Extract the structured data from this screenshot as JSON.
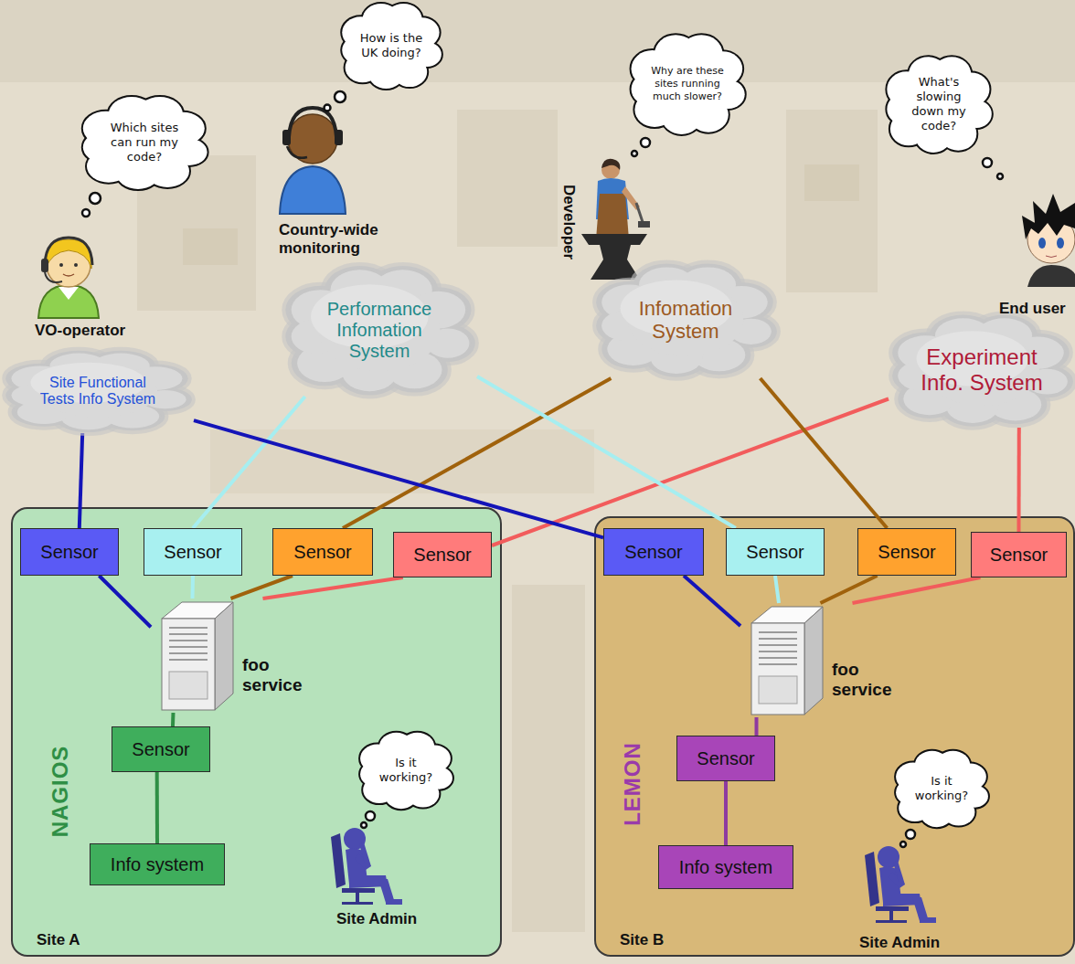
{
  "diagram": {
    "nodes": [
      {
        "text": [
          "Which sites can run my code?"
        ]
      },
      {
        "text": [
          "How is the UK doing?"
        ]
      },
      {
        "text": [
          "Why are these sites running much slower?"
        ]
      },
      {
        "text": [
          "What's slowing down my code?"
        ]
      },
      {
        "text": [
          "Site Functional Tests Info System"
        ]
      },
      {
        "text": [
          "Performance Infomation System"
        ]
      },
      {
        "text": [
          "Infomation System"
        ]
      },
      {
        "text": [
          "Experiment Info. System"
        ]
      },
      {
        "text": [
          "Site A"
        ]
      },
      {
        "text": [
          "Sensor"
        ],
        "in": 8
      },
      {
        "text": [
          "Sensor"
        ],
        "in": 8
      },
      {
        "text": [
          "Sensor"
        ],
        "in": 8
      },
      {
        "text": [
          "Sensor"
        ],
        "in": 8
      },
      {
        "text": [
          "foo service"
        ],
        "in": 8
      },
      {
        "text": [
          "Sensor"
        ],
        "in": 8
      },
      {
        "text": [
          "Info system"
        ],
        "in": 8
      },
      {
        "text": [
          "Is it working?"
        ],
        "in": 8
      },
      {
        "text": [
          "Site B"
        ]
      },
      {
        "text": [
          "Sensor"
        ],
        "in": 17
      },
      {
        "text": [
          "Sensor"
        ],
        "in": 17
      },
      {
        "text": [
          "Sensor"
        ],
        "in": 17
      },
      {
        "text": [
          "Sensor"
        ],
        "in": 17
      },
      {
        "text": [
          "foo service"
        ],
        "in": 17
      },
      {
        "text": [
          "Sensor"
        ],
        "in": 17
      },
      {
        "text": [
          "Info system"
        ],
        "in": 17
      },
      {
        "text": [
          "Is it working?"
        ],
        "in": 17
      }
    ],
    "edges": [
      {
        "from": 9,
        "to": 4,
        "arrow": "none"
      },
      {
        "from": 10,
        "to": 5,
        "arrow": "none"
      },
      {
        "from": 11,
        "to": 6,
        "arrow": "none"
      },
      {
        "from": 12,
        "to": 7,
        "arrow": "none"
      },
      {
        "from": 18,
        "to": 4,
        "arrow": "none"
      },
      {
        "from": 19,
        "to": 5,
        "arrow": "none"
      },
      {
        "from": 20,
        "to": 6,
        "arrow": "none"
      },
      {
        "from": 21,
        "to": 7,
        "arrow": "none"
      },
      {
        "from": 9,
        "to": 13,
        "arrow": "none"
      },
      {
        "from": 10,
        "to": 13,
        "arrow": "none"
      },
      {
        "from": 11,
        "to": 13,
        "arrow": "none"
      },
      {
        "from": 12,
        "to": 13,
        "arrow": "none"
      },
      {
        "from": 13,
        "to": 14,
        "arrow": "none"
      },
      {
        "from": 14,
        "to": 15,
        "arrow": "none"
      },
      {
        "from": 18,
        "to": 22,
        "arrow": "none"
      },
      {
        "from": 19,
        "to": 22,
        "arrow": "none"
      },
      {
        "from": 20,
        "to": 22,
        "arrow": "none"
      },
      {
        "from": 21,
        "to": 22,
        "arrow": "none"
      },
      {
        "from": 22,
        "to": 23,
        "arrow": "none"
      },
      {
        "from": 23,
        "to": 24,
        "arrow": "none"
      }
    ],
    "labels": [
      "VO-operator",
      "Country-wide monitoring",
      "Developer",
      "End user",
      "NAGIOS",
      "Site Admin",
      "LEMON",
      "Site Admin"
    ]
  }
}
